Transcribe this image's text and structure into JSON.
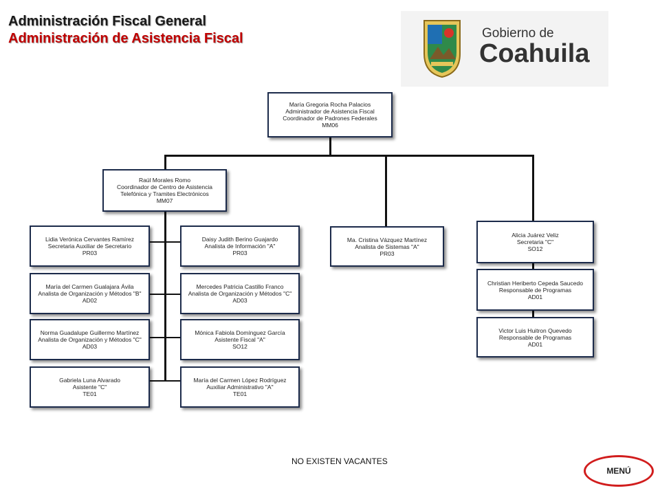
{
  "header": {
    "title": "Administración Fiscal General",
    "subtitle": "Administración de Asistencia Fiscal",
    "logo_text_top": "Gobierno de",
    "logo_text_main": "Coahuila"
  },
  "org": {
    "top": [
      "María Gregoria Rocha Palacios",
      "Administrador de Asistencia Fiscal",
      "Coordinador de Padrones Federales",
      "MM06"
    ],
    "coord": [
      "Raúl Morales Romo",
      "Coordinador de Centro de Asistencia",
      "Telefónica y Tramites Electrónicos",
      "MM07"
    ],
    "left_col": [
      [
        "Lidia Verónica Cervantes Ramírez",
        "Secretaria Auxiliar de Secretario",
        "PR03"
      ],
      [
        "María del Carmen Gualajara Ávila",
        "Analista de Organización y Métodos \"B\"",
        "AD02"
      ],
      [
        "Norma Guadalupe Guillermo Martínez",
        "Analista de Organización y Métodos \"C\"",
        "AD03"
      ],
      [
        "Gabriela Luna Alvarado",
        "Asistente \"C\"",
        "TE01"
      ]
    ],
    "right_col": [
      [
        "Daisy Judith Berino Guajardo",
        "Analista de Información \"A\"",
        "PR03"
      ],
      [
        "Mercedes Patricia Castillo Franco",
        "Analista de Organización y Métodos \"C\"",
        "AD03"
      ],
      [
        "Mónica Fabiola Domínguez García",
        "Asistente Fiscal \"A\"",
        "SO12"
      ],
      [
        "María del Carmen López Rodríguez",
        "Auxiliar Administrativo \"A\"",
        "TE01"
      ]
    ],
    "middle": [
      "Ma. Cristina Vázquez Martínez",
      "Analista de Sistemas \"A\"",
      "PR03"
    ],
    "far_right": [
      [
        "Alicia Juárez Veliz",
        "Secretaria \"C\"",
        "SO12"
      ],
      [
        "Christian Heriberto Cepeda Saucedo",
        "Responsable de Programas",
        "AD01"
      ],
      [
        "Victor Luis Huitron Quevedo",
        "Responsable de Programas",
        "AD01"
      ]
    ]
  },
  "footer": {
    "vacancies": "NO EXISTEN VACANTES",
    "menu_label": "MENÚ"
  }
}
